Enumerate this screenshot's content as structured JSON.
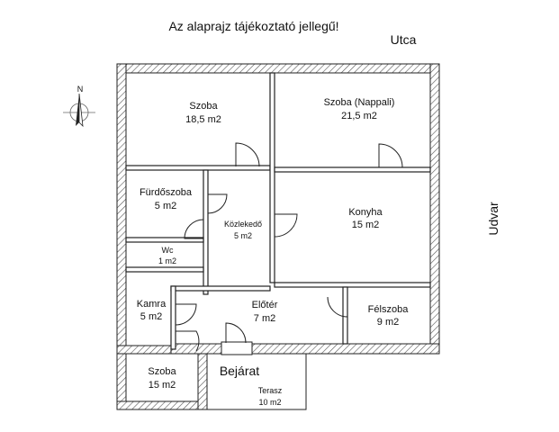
{
  "header": {
    "disclaimer": "Az alaprajz tájékoztató jellegű!",
    "street": "Utca",
    "courtyard": "Udvar",
    "entrance": "Bejárat"
  },
  "compass": {
    "north": "N"
  },
  "rooms": {
    "szoba1": {
      "name": "Szoba",
      "area": "18,5 m2"
    },
    "nappali": {
      "name": "Szoba (Nappali)",
      "area": "21,5 m2"
    },
    "furdoszoba": {
      "name": "Fürdőszoba",
      "area": "5 m2"
    },
    "kozlekedo": {
      "name": "Közlekedő",
      "area": "5 m2"
    },
    "konyha": {
      "name": "Konyha",
      "area": "15 m2"
    },
    "wc": {
      "name": "Wc",
      "area": "1 m2"
    },
    "kamra": {
      "name": "Kamra",
      "area": "5 m2"
    },
    "eloter": {
      "name": "Előtér",
      "area": "7 m2"
    },
    "felszoba": {
      "name": "Félszoba",
      "area": "9 m2"
    },
    "szoba2": {
      "name": "Szoba",
      "area": "15 m2"
    },
    "terasz": {
      "name": "Terasz",
      "area": "10 m2"
    }
  },
  "colors": {
    "wall": "#222222",
    "hatch": "#555555",
    "background": "#ffffff"
  }
}
